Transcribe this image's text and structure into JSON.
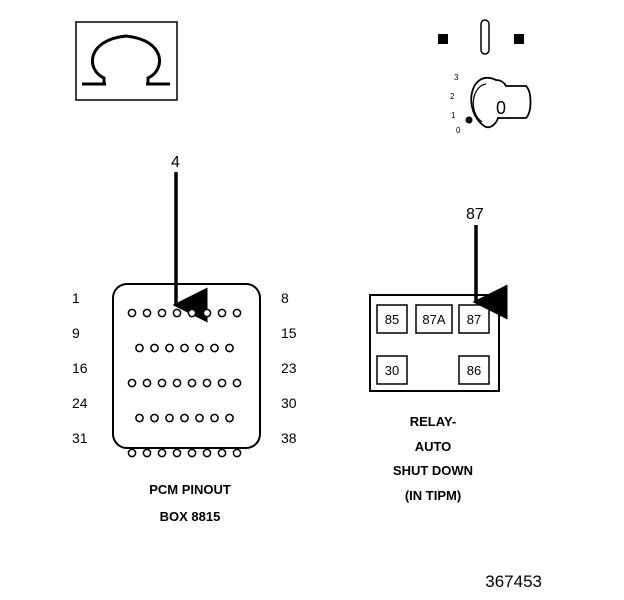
{
  "ohm_symbol": {
    "glyph": "Ω",
    "icon": "ohmmeter-icon"
  },
  "ignition_key": {
    "icon": "ignition-key-icon",
    "positions": [
      "3",
      "2",
      "1",
      "0"
    ],
    "selected_position": "0",
    "key_label": "0"
  },
  "pcm_connector": {
    "arrow_label": "4",
    "pin_labels": {
      "left": [
        "1",
        "9",
        "16",
        "24",
        "31"
      ],
      "right": [
        "8",
        "15",
        "23",
        "30",
        "38"
      ]
    },
    "row_pin_counts": [
      8,
      7,
      8,
      7,
      8
    ],
    "probed_pin": "4",
    "caption_lines": [
      "PCM PINOUT",
      "BOX 8815"
    ]
  },
  "relay": {
    "arrow_label": "87",
    "probed_terminal": "87",
    "terminals_top": [
      "85",
      "87A",
      "87"
    ],
    "terminals_bottom_left": "30",
    "terminals_bottom_right": "86",
    "caption_lines": [
      "RELAY-",
      "AUTO",
      "SHUT DOWN",
      "(IN TIPM)"
    ]
  },
  "figure_id": "367453",
  "colors": {
    "ink": "#000000",
    "background": "#ffffff"
  }
}
